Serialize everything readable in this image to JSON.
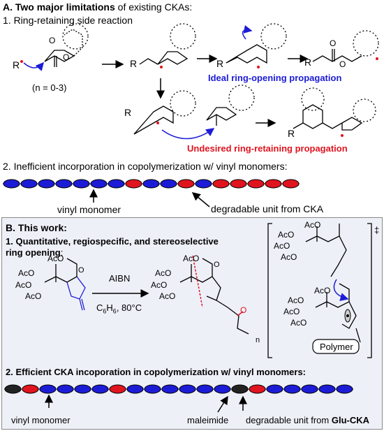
{
  "panelA": {
    "title_bold": "A. Two major limitations",
    "title_rest": " of existing CKAs:",
    "item1": "1. Ring-retaining side reaction",
    "n_range": "(n = 0-3)",
    "ideal": "Ideal ring-opening propagation",
    "undesired": "Undesired ring-retaining propagation",
    "item2": "2. Inefficient incorporation in copolymerization w/ vinyl monomers:",
    "vinyl_label": "vinyl monomer",
    "degradable_label": "degradable unit from CKA",
    "chain": [
      "b",
      "b",
      "b",
      "b",
      "b",
      "b",
      "b",
      "r",
      "b",
      "b",
      "r",
      "b",
      "r",
      "r",
      "r",
      "r",
      "r"
    ]
  },
  "panelB": {
    "title": "B. This work:",
    "item1_line1": "1. Quantitative, regiospecific, and stereoselective",
    "item1_line2": "ring opening",
    "item1_colon": ":",
    "reagent": "AIBN",
    "conditions": "C6H6, 80°C",
    "polymer_label": "Polymer",
    "dagger": "‡",
    "item2": "2. Efficient CKA incoporation in copolymerization w/ vinyl monomers:",
    "vinyl_label": "vinyl monomer",
    "maleimide_label": "maleimide",
    "degradable_label": "degradable unit from ",
    "degradable_bold": "Glu-CKA",
    "chain": [
      "k",
      "r",
      "b",
      "b",
      "b",
      "b",
      "r",
      "b",
      "b",
      "b",
      "b",
      "b",
      "b",
      "k",
      "r",
      "b",
      "b",
      "b",
      "b",
      "b"
    ]
  },
  "chem": {
    "AcO": "AcO",
    "O": "O",
    "R": "R",
    "n": "n"
  },
  "colors": {
    "blue": "#1c1cd6",
    "red": "#e0141e",
    "black_bead": "#222222",
    "panel_bg": "#eef0f8"
  }
}
